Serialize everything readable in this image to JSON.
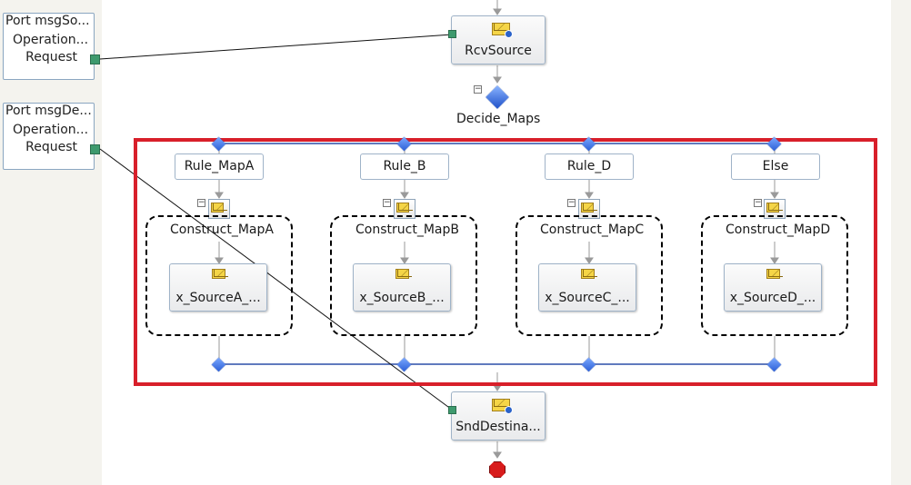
{
  "ports": [
    {
      "name": "Port msgSo...",
      "operation": "Operation...",
      "request": "Request"
    },
    {
      "name": "Port msgDe...",
      "operation": "Operation...",
      "request": "Request"
    }
  ],
  "receive": {
    "label": "RcvSource"
  },
  "decide": {
    "label": "Decide_Maps"
  },
  "branches": [
    {
      "rule": "Rule_MapA",
      "construct": "Construct_MapA",
      "transform": "x_SourceA_..."
    },
    {
      "rule": "Rule_B",
      "construct": "Construct_MapB",
      "transform": "x_SourceB_..."
    },
    {
      "rule": "Rule_D",
      "construct": "Construct_MapC",
      "transform": "x_SourceC_..."
    },
    {
      "rule": "Else",
      "construct": "Construct_MapD",
      "transform": "x_SourceD_..."
    }
  ],
  "send": {
    "label": "SndDestina..."
  },
  "colors": {
    "highlight": "#d81f2a",
    "diamond": "#2c5fd6",
    "portjack": "#3e9a6e",
    "stop": "#d81c1c"
  },
  "icons": [
    "message-receive-icon",
    "message-transform-icon",
    "message-send-icon",
    "decision-icon",
    "stop-icon"
  ]
}
